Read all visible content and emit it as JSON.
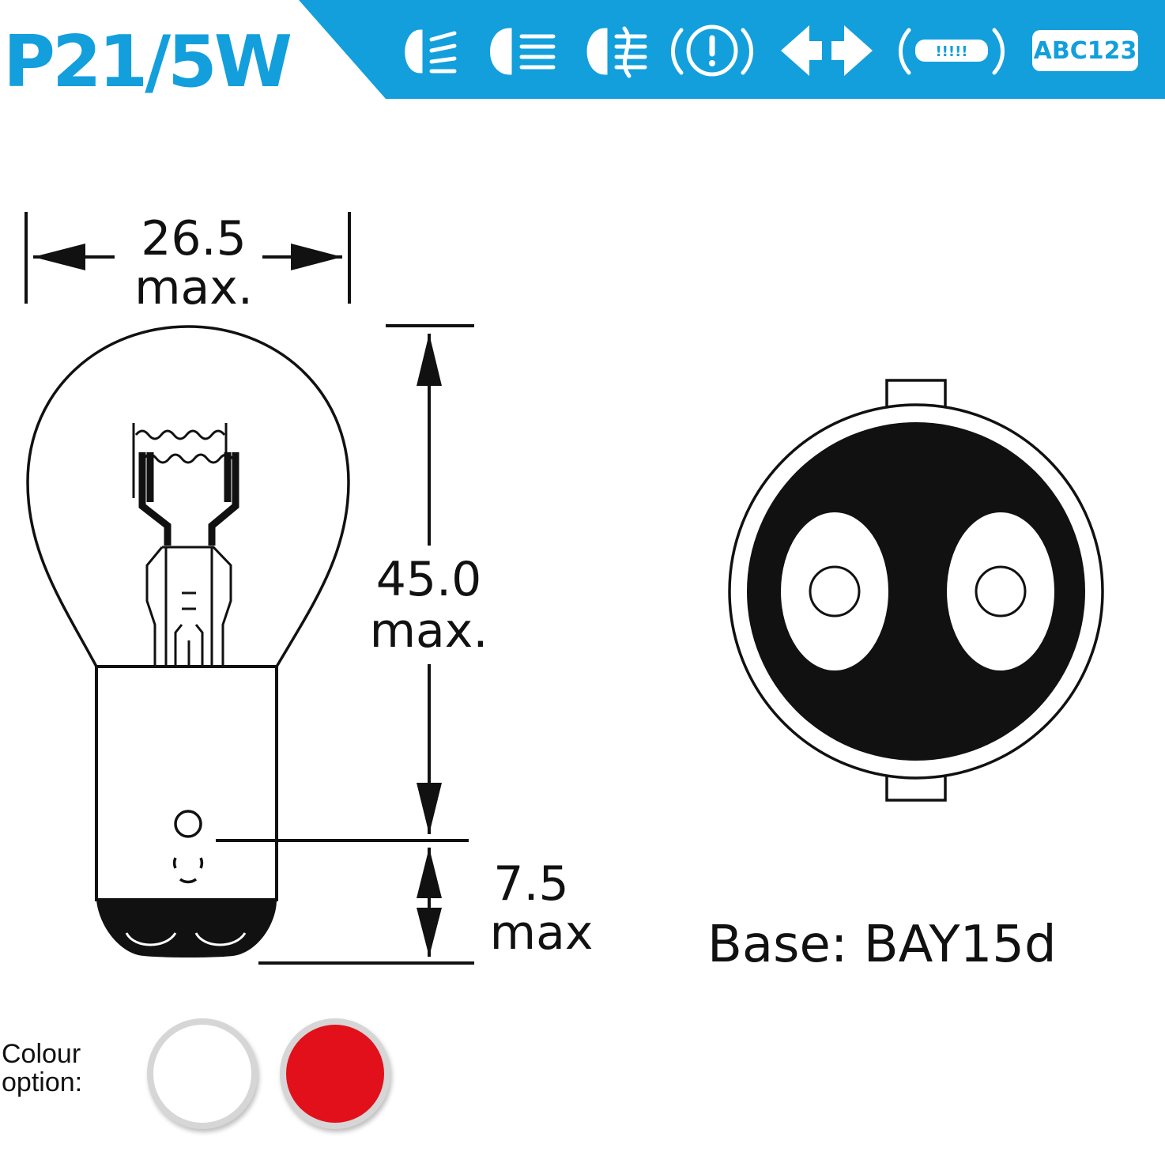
{
  "header": {
    "title": "P21/5W",
    "banner_color": "#129fdc",
    "icons": [
      "low-beam-icon",
      "high-beam-icon",
      "fog-light-icon",
      "warning-icon",
      "turn-signal-icon",
      "brake-light-icon",
      "license-plate-icon"
    ],
    "plate_text": "ABC123",
    "plate_marks": "!!!!!"
  },
  "dimensions": {
    "width_value": "26.5",
    "width_unit": "max.",
    "height_value": "45.0",
    "height_unit": "max.",
    "pin_value": "7.5",
    "pin_unit": "max"
  },
  "base": {
    "label": "Base: BAY15d"
  },
  "colour": {
    "label_line1": "Colour",
    "label_line2": "option:",
    "options": [
      "#ffffff",
      "#e2101a"
    ]
  }
}
